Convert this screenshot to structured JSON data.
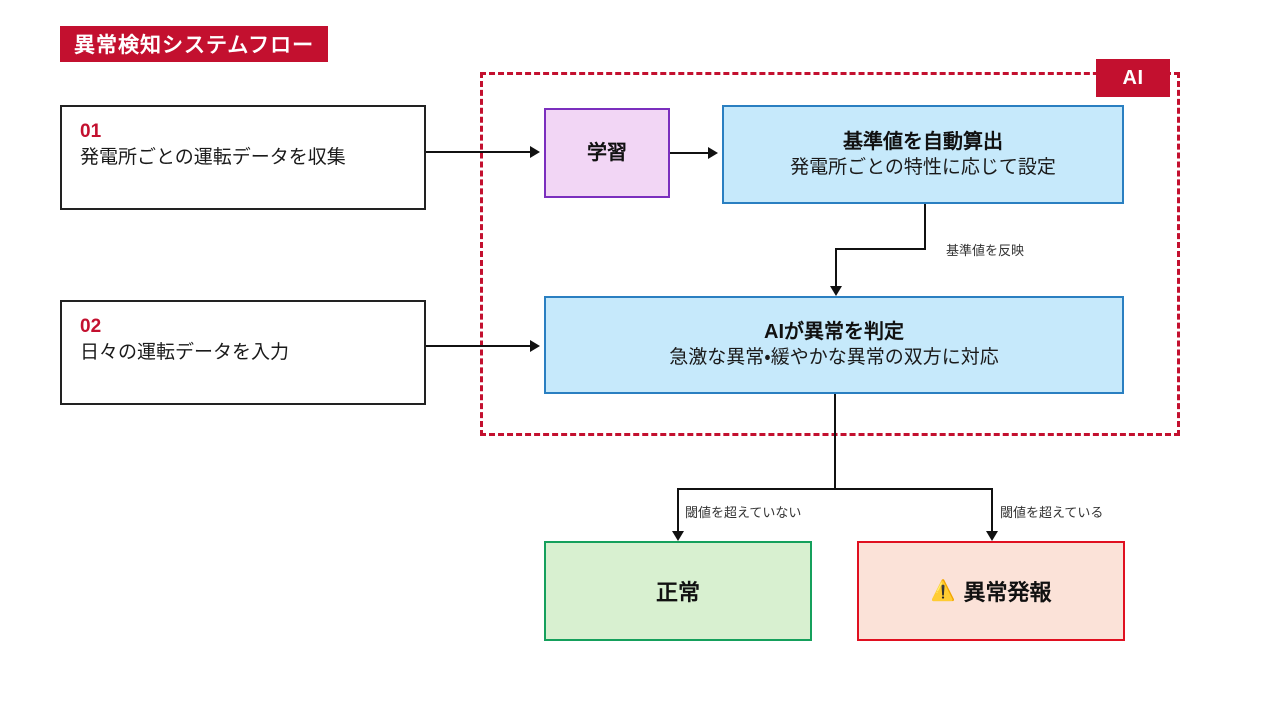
{
  "diagram": {
    "title": "異常検知システムフロー",
    "title_bg": "#c3102f",
    "ai_region_label": "AI",
    "ai_region_color": "#c3102f"
  },
  "steps": [
    {
      "number": "01",
      "text": "発電所ごとの運転データを収集"
    },
    {
      "number": "02",
      "text": "日々の運転データを入力"
    }
  ],
  "nodes": {
    "learn": {
      "title": "学習",
      "fill": "#f2d6f5",
      "stroke": "#7b2fbe"
    },
    "baseline": {
      "title": "基準値を自動算出",
      "subtitle": "発電所ごとの特性に応じて設定",
      "fill": "#c6e9fb",
      "stroke": "#2a7fc1"
    },
    "judge": {
      "title": "AIが異常を判定",
      "subtitle": "急激な異常・緩やかな異常の双方に対応",
      "fill": "#c6e9fb",
      "stroke": "#2a7fc1"
    },
    "normal": {
      "label": "正常",
      "fill": "#d8f0d0",
      "stroke": "#15a05c"
    },
    "alert": {
      "label": "異常発報",
      "icon": "⚠️",
      "fill": "#fbe2d8",
      "stroke": "#e01020"
    }
  },
  "edges": {
    "baseline_to_judge": "基準値を反映",
    "branch_below_threshold": "閾値を超えていない",
    "branch_above_threshold": "閾値を超えている"
  }
}
